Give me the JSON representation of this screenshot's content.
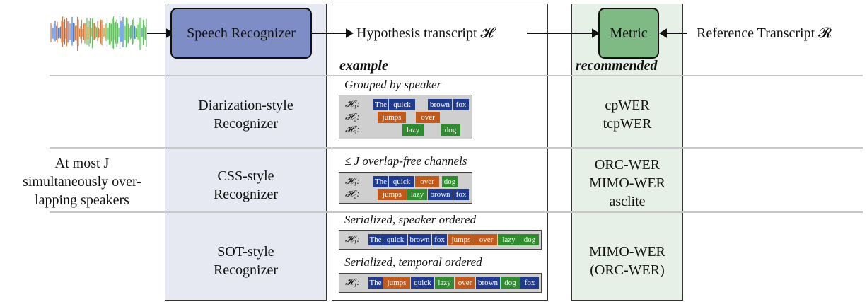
{
  "header": {
    "recognizer_label": "Speech Recognizer",
    "hypothesis_label": "Hypothesis transcript 𝓗",
    "metric_label": "Metric",
    "reference_label": "Reference Transcript 𝓡",
    "example_label": "example",
    "recommended_label": "recommended"
  },
  "left_note": {
    "line1": "At most J",
    "line2": "simultaneously over-",
    "line3": "lapping speakers"
  },
  "rows": [
    {
      "recognizer_line1": "Diarization-style",
      "recognizer_line2": "Recognizer",
      "example_title": "Grouped by speaker",
      "metrics": [
        "cpWER",
        "tcpWER"
      ]
    },
    {
      "recognizer_line1": "CSS-style",
      "recognizer_line2": "Recognizer",
      "example_title": "≤ J overlap-free channels",
      "metrics": [
        "ORC-WER",
        "MIMO-WER",
        "asclite"
      ]
    },
    {
      "recognizer_line1": "SOT-style",
      "recognizer_line2": "Recognizer",
      "example_title_a": "Serialized, speaker ordered",
      "example_title_b": "Serialized, temporal ordered",
      "metrics": [
        "MIMO-WER",
        "(ORC-WER)"
      ]
    }
  ],
  "hyp_labels": {
    "h1": "𝓗₁:",
    "h2": "𝓗₂:",
    "h3": "𝓗₃:"
  },
  "tokens": {
    "diar_h1": [
      {
        "w": "The",
        "c": "blue"
      },
      {
        "w": "quick",
        "c": "blue"
      },
      {
        "w": "brown",
        "c": "blue"
      },
      {
        "w": "fox",
        "c": "blue"
      }
    ],
    "diar_h2": [
      {
        "w": "jumps",
        "c": "orange"
      },
      {
        "w": "over",
        "c": "orange"
      }
    ],
    "diar_h3": [
      {
        "w": "lazy",
        "c": "green"
      },
      {
        "w": "dog",
        "c": "green"
      }
    ],
    "css_h1": [
      {
        "w": "The",
        "c": "blue"
      },
      {
        "w": "quick",
        "c": "blue"
      },
      {
        "w": "over",
        "c": "orange"
      },
      {
        "w": "dog",
        "c": "green"
      }
    ],
    "css_h2": [
      {
        "w": "jumps",
        "c": "orange"
      },
      {
        "w": "lazy",
        "c": "green"
      },
      {
        "w": "brown",
        "c": "blue"
      },
      {
        "w": "fox",
        "c": "blue"
      }
    ],
    "sot_speaker": [
      {
        "w": "The",
        "c": "blue"
      },
      {
        "w": "quick",
        "c": "blue"
      },
      {
        "w": "brown",
        "c": "blue"
      },
      {
        "w": "fox",
        "c": "blue"
      },
      {
        "w": "jumps",
        "c": "orange"
      },
      {
        "w": "over",
        "c": "orange"
      },
      {
        "w": "lazy",
        "c": "green"
      },
      {
        "w": "dog",
        "c": "green"
      }
    ],
    "sot_temporal": [
      {
        "w": "The",
        "c": "blue"
      },
      {
        "w": "jumps",
        "c": "orange"
      },
      {
        "w": "quick",
        "c": "blue"
      },
      {
        "w": "lazy",
        "c": "green"
      },
      {
        "w": "over",
        "c": "orange"
      },
      {
        "w": "brown",
        "c": "blue"
      },
      {
        "w": "dog",
        "c": "green"
      },
      {
        "w": "fox",
        "c": "blue"
      }
    ]
  },
  "colors": {
    "recognizer_fill": "#7f8dc6",
    "recognizer_col": "#e6e8f2",
    "metric_fill": "#7fba84",
    "metric_col": "#e6f0e6",
    "blue": "#1f3a8f",
    "orange": "#c0591c",
    "green": "#2e8b2e"
  },
  "icons": [
    "waveform-icon"
  ]
}
